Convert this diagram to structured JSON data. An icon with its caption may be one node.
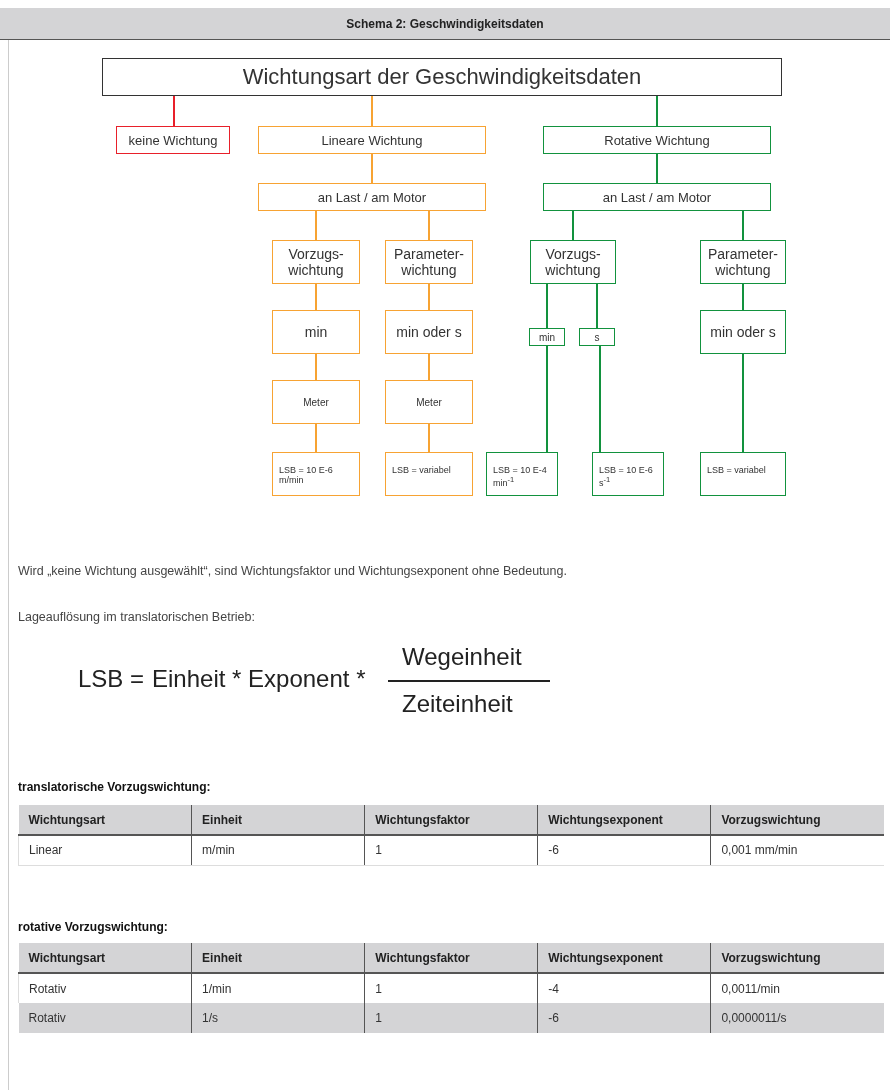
{
  "diagram": {
    "title": "Schema 2: Geschwindigkeitsdaten",
    "nodes": [
      {
        "text": [
          "Wichtungsart der Geschwindigkeitsdaten"
        ]
      },
      {
        "text": [
          "keine Wichtung"
        ]
      },
      {
        "text": [
          "Lineare Wichtung"
        ]
      },
      {
        "text": [
          "Rotative Wichtung"
        ]
      },
      {
        "text": [
          "an Last / am Motor"
        ]
      },
      {
        "text": [
          "an Last / am Motor"
        ]
      },
      {
        "text": [
          "Vorzugs- wichtung"
        ]
      },
      {
        "text": [
          "Parameter- wichtung"
        ]
      },
      {
        "text": [
          "Vorzugs- wichtung"
        ]
      },
      {
        "text": [
          "Parameter- wichtung"
        ]
      },
      {
        "text": [
          "min"
        ]
      },
      {
        "text": [
          "min oder s"
        ]
      },
      {
        "text": [
          "min"
        ]
      },
      {
        "text": [
          "s"
        ]
      },
      {
        "text": [
          "min oder s"
        ]
      },
      {
        "text": [
          "Meter"
        ]
      },
      {
        "text": [
          "Meter"
        ]
      },
      {
        "text": [
          "LSB = 10 E-6 m/min"
        ]
      },
      {
        "text": [
          "LSB = variabel"
        ]
      },
      {
        "text": [
          "LSB = 10 E-4 min$^{-1}$"
        ]
      },
      {
        "text": [
          "LSB = 10 E-6 s$^{-1}$"
        ]
      },
      {
        "text": [
          "LSB = variabel"
        ]
      }
    ],
    "edges": [
      {
        "from": 0,
        "to": 1,
        "arrow": "none",
        "color": "#e8202a"
      },
      {
        "from": 0,
        "to": 2,
        "arrow": "none"
      },
      {
        "from": 0,
        "to": 3,
        "arrow": "none",
        "color": "#12923e"
      },
      {
        "from": 2,
        "to": 4,
        "arrow": "none"
      },
      {
        "from": 3,
        "to": 5,
        "arrow": "none",
        "color": "#12923e"
      },
      {
        "from": 4,
        "to": 6,
        "arrow": "none"
      },
      {
        "from": 4,
        "to": 7,
        "arrow": "none"
      },
      {
        "from": 5,
        "to": 8,
        "arrow": "none",
        "color": "#12923e"
      },
      {
        "from": 5,
        "to": 9,
        "arrow": "none",
        "color": "#12923e"
      },
      {
        "from": 6,
        "to": 10,
        "arrow": "none"
      },
      {
        "from": 7,
        "to": 11,
        "arrow": "none"
      },
      {
        "from": 8,
        "to": 12,
        "arrow": "none",
        "color": "#12923e"
      },
      {
        "from": 8,
        "to": 13,
        "arrow": "none",
        "color": "#12923e"
      },
      {
        "from": 9,
        "to": 14,
        "arrow": "none",
        "color": "#12923e"
      },
      {
        "from": 10,
        "to": 15,
        "arrow": "none"
      },
      {
        "from": 11,
        "to": 16,
        "arrow": "none"
      },
      {
        "from": 12,
        "to": 19,
        "arrow": "none",
        "color": "#12923e"
      },
      {
        "from": 13,
        "to": 20,
        "arrow": "none",
        "color": "#12923e"
      },
      {
        "from": 14,
        "to": 21,
        "arrow": "none",
        "color": "#12923e"
      },
      {
        "from": 15,
        "to": 17,
        "arrow": "none"
      },
      {
        "from": 16,
        "to": 18,
        "arrow": "none"
      }
    ],
    "labels": [
      "Wird „keine Wichtung ausgewählt“, sind Wichtungsfaktor und Wichtungsexponent ohne Bedeutung.",
      "Lageauflösung im translatorischen Betrieb:",
      "LSB =",
      "Einheit * Exponent *",
      "Wegeinheit",
      "Zeiteinheit",
      "translatorische Vorzugswichtung:",
      "Wichtungsart",
      "Einheit",
      "Wichtungsfaktor",
      "Wichtungsexponent",
      "Vorzugswichtung",
      "Linear",
      "m/min",
      "1",
      "-6",
      "0,001 mm/min",
      "rotative Vorzugswichtung:",
      "Wichtungsart",
      "Einheit",
      "Wichtungsfaktor",
      "Wichtungsexponent",
      "Vorzugswichtung",
      "Rotativ",
      "1/min",
      "1",
      "-4",
      "0,0011/min",
      "Rotativ",
      "1/s",
      "1",
      "-6",
      "0,0000011/s"
    ]
  }
}
